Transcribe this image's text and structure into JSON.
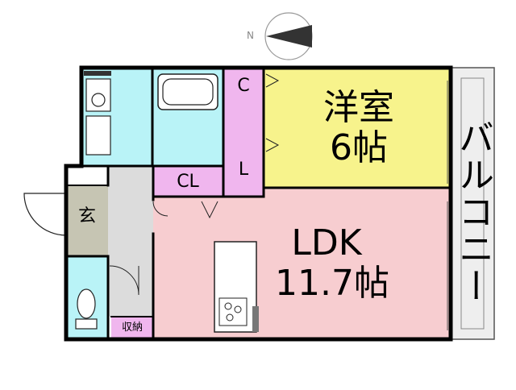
{
  "compass": {
    "north_label": "N"
  },
  "rooms": {
    "western_room": {
      "name": "洋室",
      "size": "6帖"
    },
    "ldk": {
      "name": "LDK",
      "size": "11.7帖"
    },
    "balcony": {
      "name": "バルコニー"
    },
    "entrance": {
      "name": "玄"
    },
    "closet_cl_top": {
      "part1": "C",
      "part2": "L"
    },
    "closet_cl": {
      "name": "CL"
    },
    "storage": {
      "name": "収納"
    }
  },
  "colors": {
    "western_room": "#f7f38c",
    "ldk": "#f7cdd0",
    "wet_area": "#b9f3f7",
    "closet": "#f0b6ee",
    "hallway": "#dcdcdc",
    "entrance": "#c6c5b3",
    "balcony": "#eeeeee",
    "wall": "#000000"
  }
}
